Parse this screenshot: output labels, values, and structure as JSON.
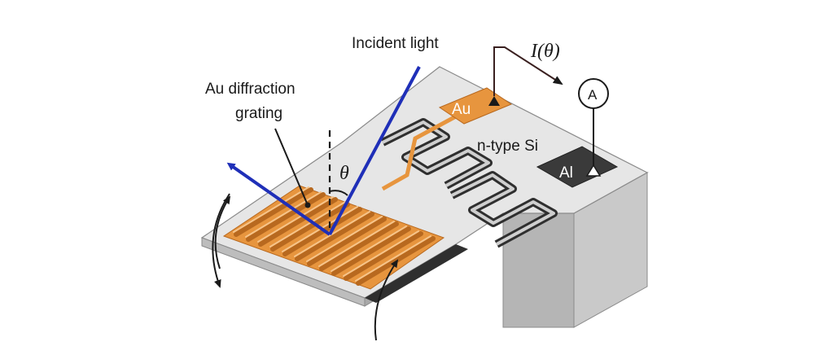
{
  "labels": {
    "incident_light": "Incident light",
    "current": "I(θ)",
    "ammeter": "A",
    "grating_line1": "Au diffraction",
    "grating_line2": "grating",
    "au_pad": "Au",
    "si": "n-type Si",
    "al_pad": "Al",
    "theta": "θ"
  },
  "colors": {
    "gold": "#e7953e",
    "gold_dark": "#b8691f",
    "gold_light": "#f6c48a",
    "silicon_top": "#e6e6e6",
    "silicon_side": "#c9c9c9",
    "silicon_dark": "#9a9a9a",
    "trench": "#2f2f2f",
    "al_pad": "#3a3a3a",
    "light_beam": "#1f2fb8"
  },
  "icons": [
    "ammeter-icon",
    "rotation-arrow-icon",
    "light-beam-arrow"
  ]
}
